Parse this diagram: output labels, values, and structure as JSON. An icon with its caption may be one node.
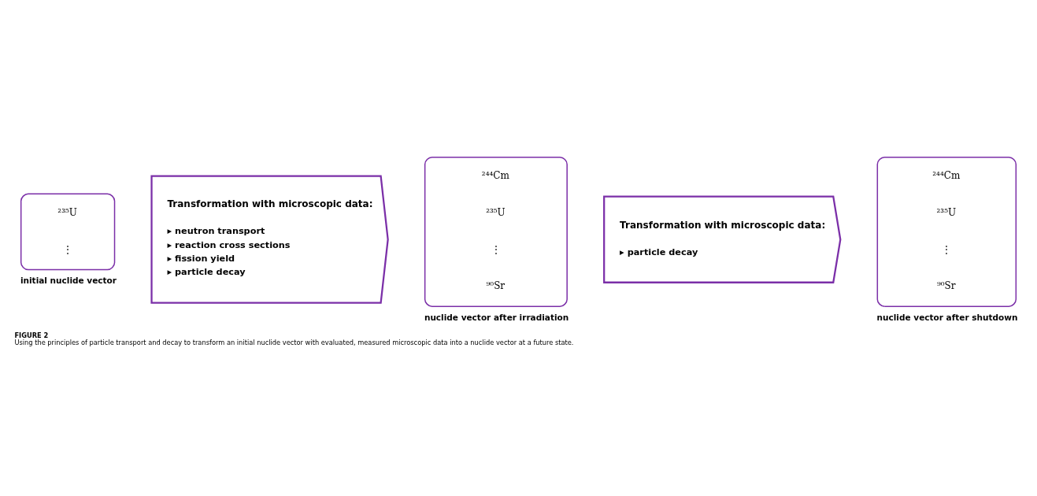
{
  "diagram": {
    "title": "FIGURE 2",
    "caption": "Using the principles of particle transport and decay to transform an initial nuclide vector with evaluated, measured microscopic data into a nuclide vector at a future state.",
    "nodes": [
      {
        "text": [
          "²³⁵U",
          "⋮"
        ],
        "beside": [
          "initial nuclide vector"
        ]
      },
      {
        "text": [
          "Transformation with microscopic data:",
          "▸ neutron transport",
          "▸ reaction cross sections",
          "▸ fission yield",
          "▸ particle decay"
        ]
      },
      {
        "text": [
          "²⁴⁴Cm",
          "²³⁵U",
          "⋮",
          "⁹⁰Sr"
        ],
        "beside": [
          "nuclide vector after irradiation"
        ]
      },
      {
        "text": [
          "Transformation with microscopic data:",
          "▸ particle decay"
        ]
      },
      {
        "text": [
          "²⁴⁴Cm",
          "²³⁵U",
          "⋮",
          "⁹⁰Sr"
        ],
        "beside": [
          "nuclide vector after shutdown"
        ]
      }
    ]
  }
}
